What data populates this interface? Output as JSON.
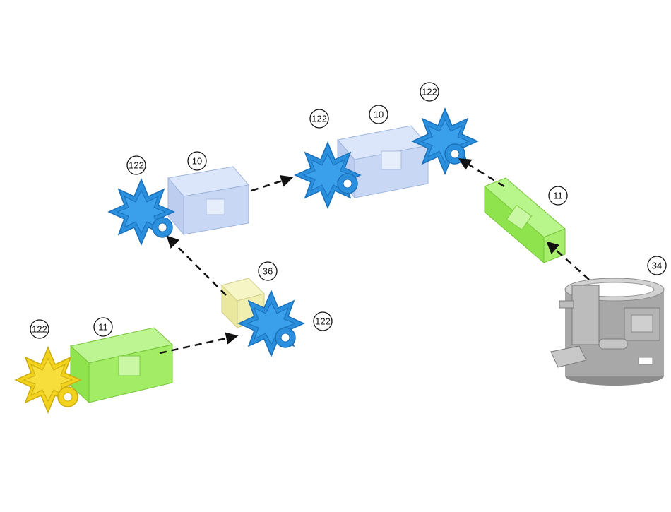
{
  "diagram": {
    "callouts": [
      {
        "id": "c-122-left-mid",
        "label": "122"
      },
      {
        "id": "c-10-left",
        "label": "10"
      },
      {
        "id": "c-122-top-left",
        "label": "122"
      },
      {
        "id": "c-10-top",
        "label": "10"
      },
      {
        "id": "c-122-top-right",
        "label": "122"
      },
      {
        "id": "c-11-right",
        "label": "11"
      },
      {
        "id": "c-36",
        "label": "36"
      },
      {
        "id": "c-122-mid",
        "label": "122"
      },
      {
        "id": "c-34",
        "label": "34"
      },
      {
        "id": "c-122-bottom-left",
        "label": "122"
      },
      {
        "id": "c-11-bottom",
        "label": "11"
      }
    ],
    "colors": {
      "connector_blue": "#2a8fdc",
      "connector_blue_dark": "#1a6fb8",
      "connector_yellow": "#f2d21c",
      "connector_yellow_dark": "#c9ac10",
      "tube_light_blue": "#c8d8f4",
      "tube_green": "#9aeb5a",
      "tube_pale_yellow": "#f0efb0",
      "clamp_gray": "#9a9a9a",
      "arrow": "#111111"
    }
  }
}
